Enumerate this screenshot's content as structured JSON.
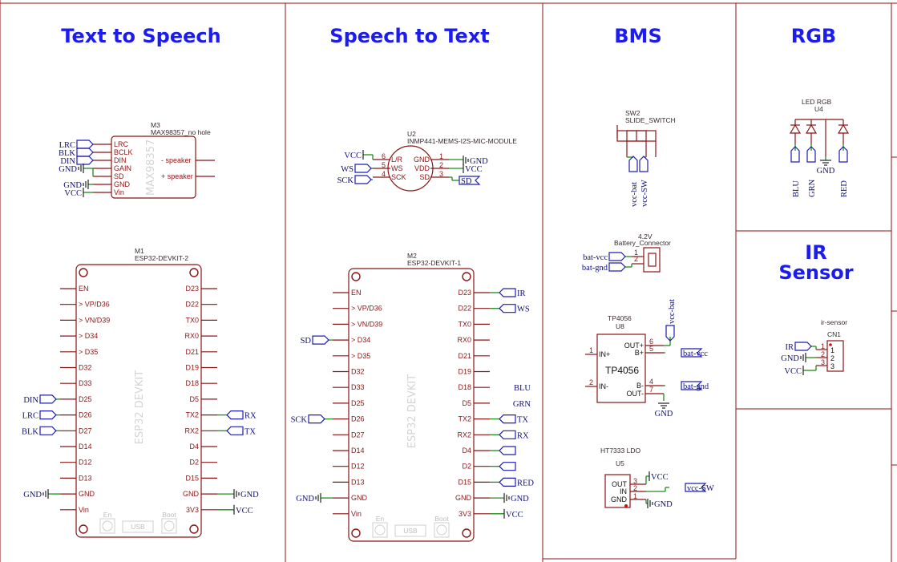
{
  "sections": {
    "tts": "Text to Speech",
    "stt": "Speech to Text",
    "bms": "BMS",
    "rgb": "RGB",
    "ir_line1": "IR",
    "ir_line2": "Sensor"
  },
  "common": {
    "gnd": "GND",
    "vcc": "VCC",
    "esp_board": "ESP32 DEVKIT",
    "en_btn": "En",
    "usb": "USB",
    "boot_btn": "Boot"
  },
  "esp_pins_left": [
    "EN",
    "> VP/D36",
    "> VN/D39",
    "> D34",
    "> D35",
    "D32",
    "D33",
    "D25",
    "D26",
    "D27",
    "D14",
    "D12",
    "D13",
    "GND",
    "Vin"
  ],
  "esp_pins_right": [
    "D23",
    "D22",
    "TX0",
    "RX0",
    "D21",
    "D19",
    "D18",
    "D5",
    "TX2",
    "RX2",
    "D4",
    "D2",
    "D15",
    "GND",
    "3V3"
  ],
  "m3": {
    "ref": "M3",
    "value": "MAX98357_no hole",
    "body": "MAX98357",
    "pins_left": [
      "LRC",
      "BCLK",
      "DIN",
      "GAIN",
      "SD",
      "GND",
      "Vin"
    ],
    "pins_right": [
      "- speaker",
      "+ speaker"
    ],
    "nets": [
      "LRC",
      "BLK",
      "DIN",
      "GND",
      "GND",
      "VCC"
    ]
  },
  "m1": {
    "ref": "M1",
    "value": "ESP32-DEVKIT-2",
    "left_nets": {
      "d25": "DIN",
      "d26": "LRC",
      "d27": "BLK",
      "gnd": "GND"
    },
    "right_nets": {
      "tx2": "RX",
      "rx2": "TX",
      "gnd": "GND",
      "v33": "VCC"
    }
  },
  "u2": {
    "ref": "U2",
    "value": "INMP441-MEMS-I2S-MIC-MODULE",
    "pins_left": [
      "L/R",
      "WS",
      "SCK"
    ],
    "pins_right": [
      "GND",
      "VDD",
      "SD"
    ],
    "nums_left": [
      "6",
      "5",
      "4"
    ],
    "nums_right": [
      "1",
      "2",
      "3"
    ],
    "nets_left": [
      "VCC",
      "WS",
      "SCK"
    ],
    "nets_right": [
      "GND",
      "VCC",
      "SD"
    ]
  },
  "m2": {
    "ref": "M2",
    "value": "ESP32-DEVKIT-1",
    "left_nets": {
      "d34": "SD",
      "d26": "SCK",
      "gnd": "GND"
    },
    "right_nets": {
      "d23": "IR",
      "d22": "WS",
      "d18": "BLU",
      "d5": "GRN",
      "tx2": "TX",
      "rx2": "RX",
      "d15": "RED",
      "gnd": "GND",
      "v33": "VCC"
    }
  },
  "sw2": {
    "ref": "SW2",
    "value": "SLIDE_SWITCH",
    "nets": [
      "vcc-bat",
      "vcc-SW"
    ]
  },
  "battery": {
    "value": "4.2V",
    "name": "Battery_Connector",
    "nums": [
      "1",
      "2"
    ],
    "nets": [
      "bat-vcc",
      "bat-gnd"
    ]
  },
  "tp4056": {
    "name": "TP4056",
    "ref": "U8",
    "body": "TP4056",
    "pins_left": [
      "IN+",
      "IN-"
    ],
    "nums_left": [
      "1",
      "2"
    ],
    "pins_right": [
      "OUT+",
      "B+",
      "B-",
      "OUT-"
    ],
    "nums_right": [
      "6",
      "5",
      "4",
      "7"
    ],
    "nets": [
      "vcc-bat",
      "bat-vcc",
      "bat-gnd",
      "GND"
    ]
  },
  "ldo": {
    "name": "HT7333 LDO",
    "ref": "U5",
    "pins": [
      "OUT",
      "IN",
      "GND"
    ],
    "nums": [
      "3",
      "2",
      "1"
    ],
    "nets": [
      "VCC",
      "vcc-SW",
      "GND"
    ]
  },
  "u4": {
    "name": "LED RGB",
    "ref": "U4",
    "nets": [
      "BLU",
      "GRN",
      "GND",
      "RED"
    ]
  },
  "cn1": {
    "name": "ir-sensor",
    "ref": "CN1",
    "nums": [
      "1",
      "2",
      "3"
    ],
    "nets": [
      "IR",
      "GND",
      "VCC"
    ]
  },
  "colors": {
    "title": "#1c1cef",
    "component": "#8a1515",
    "wire": "#1d8c1d",
    "net_label": "#1d1db5"
  }
}
